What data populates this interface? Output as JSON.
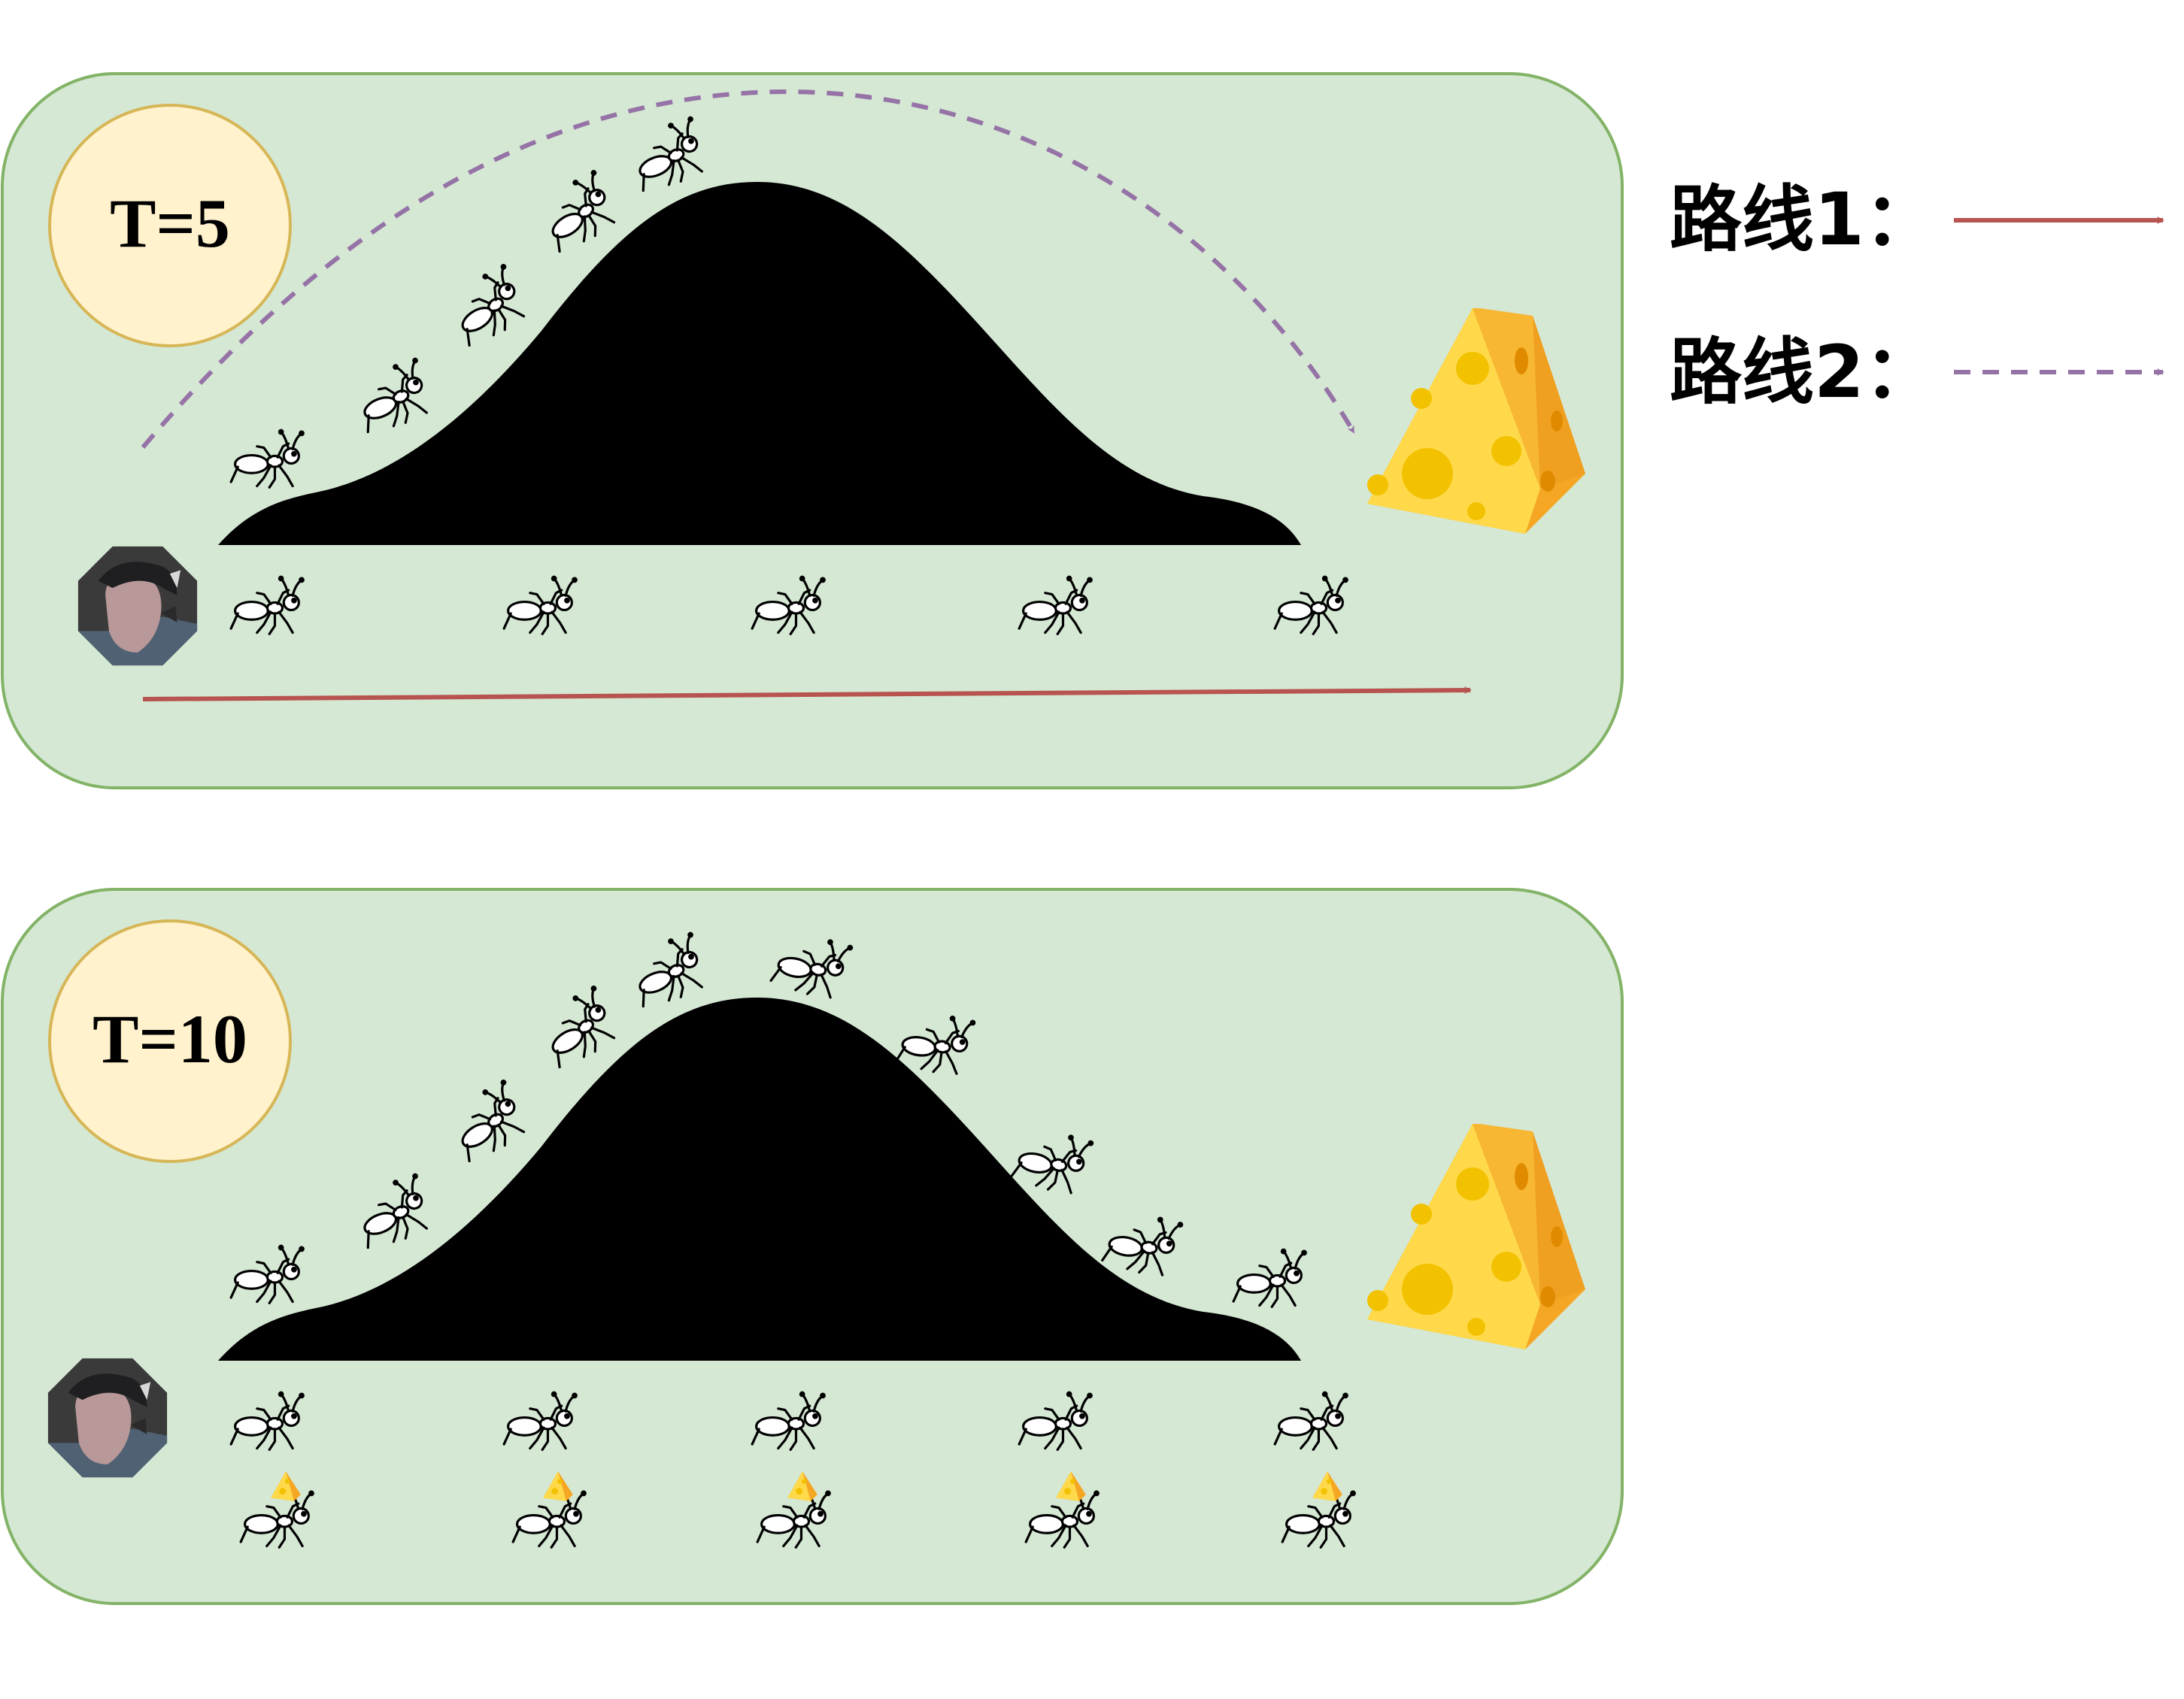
{
  "panels": [
    {
      "label": "T=5"
    },
    {
      "label": "T=10"
    }
  ],
  "legend": {
    "route1": "路线1：",
    "route2": "路线2："
  },
  "colors": {
    "panel_fill": "#d5e8d4",
    "panel_stroke": "#82b366",
    "circle_fill": "#fff2cc",
    "circle_stroke": "#d6b656",
    "route1": "#b85450",
    "route2": "#9673a6",
    "mountain": "#000000",
    "cheese": "#ffd94a",
    "cheese_dark": "#f5a623"
  },
  "icons": [
    "ant-icon",
    "cheese-icon",
    "avatar-icon",
    "mountain-shape",
    "ant-carrying-cheese-icon"
  ]
}
